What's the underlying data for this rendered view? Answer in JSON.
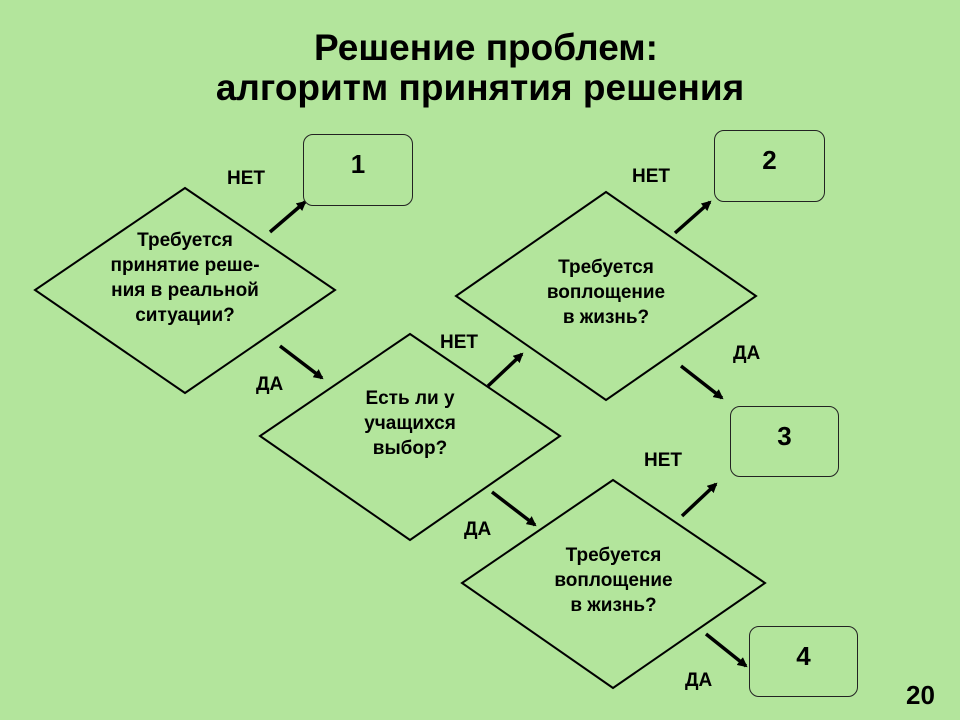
{
  "title": {
    "line1": "Решение проблем:",
    "line2": "алгоритм принятия решения"
  },
  "decisions": {
    "d1": [
      "Требуется",
      "принятие реше-",
      "ния в реальной",
      "ситуации?"
    ],
    "d2": [
      "Есть ли у",
      "учащихся",
      "выбор?"
    ],
    "d3": [
      "Требуется",
      "воплощение",
      "в жизнь?"
    ],
    "d4": [
      "Требуется",
      "воплощение",
      "в жизнь?"
    ]
  },
  "outcomes": [
    "1",
    "2",
    "3",
    "4"
  ],
  "labels": {
    "no": "НЕТ",
    "yes": "ДА"
  },
  "page_number": "20"
}
